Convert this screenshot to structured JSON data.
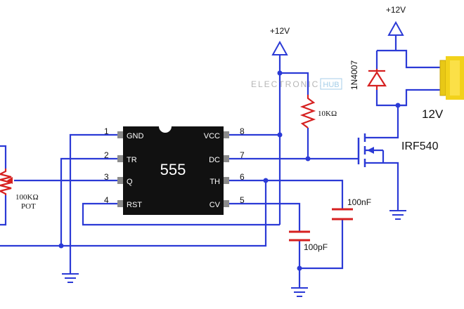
{
  "chip": {
    "name": "555",
    "left_pins": [
      {
        "num": "1",
        "label": "GND"
      },
      {
        "num": "2",
        "label": "TR"
      },
      {
        "num": "3",
        "label": "Q"
      },
      {
        "num": "4",
        "label": "RST"
      }
    ],
    "right_pins": [
      {
        "num": "8",
        "label": "VCC"
      },
      {
        "num": "7",
        "label": "DC"
      },
      {
        "num": "6",
        "label": "TH"
      },
      {
        "num": "5",
        "label": "CV"
      }
    ]
  },
  "supply_label": "+12V",
  "supply_label_2": "+12V",
  "resistor_label": "10KΩ",
  "pot_label_1": "100KΩ",
  "pot_label_2": "POT",
  "cap_100nf_label": "100nF",
  "cap_100pf_label": "100pF",
  "diode_label": "1N4007",
  "mosfet_label": "IRF540",
  "motor_label": "12V",
  "watermark": {
    "part1": "ELECTRONICS",
    "part2": "HUB"
  },
  "colors": {
    "wire": "#2b3ad6",
    "diode": "#d62020",
    "chip": "#111111",
    "motor": "#f2d21b"
  }
}
